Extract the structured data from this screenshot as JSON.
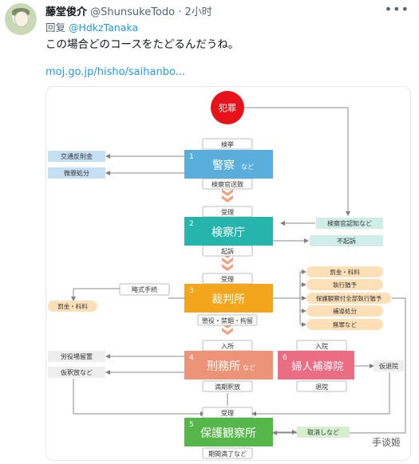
{
  "tweet": {
    "author_name": "藤堂俊介",
    "author_handle": "@ShunsukeTodo",
    "separator": "·",
    "time": "2小时",
    "reply_prefix": "回复",
    "reply_to": "@HdkzTanaka",
    "text": "この場合どのコースをたどるんだうね。",
    "link_text": "moj.go.jp/hisho/saihanbo..."
  },
  "icons": {
    "more": "more-icon",
    "avatar": "avatar"
  },
  "diagram": {
    "crime": "犯罪",
    "arrest": "検挙",
    "police": {
      "num": "1",
      "name": "警察",
      "suffix": "など"
    },
    "referral": "検察官送致",
    "traffic": "交通反則金",
    "minor": "微罪処分",
    "receive1": "受理",
    "prosecutor": {
      "num": "2",
      "name": "検察庁"
    },
    "prosecutor_notice": "検察官認知など",
    "non_indict": "不起訴",
    "indict": "起訴",
    "receive2": "受理",
    "court": {
      "num": "3",
      "name": "裁判所"
    },
    "sentences": "懲役・禁錮・拘留",
    "summary": "略式手続",
    "fine_left": "罰金・科料",
    "court_outcomes": [
      "罰金・科料",
      "執行猶予",
      "保護観察付全部執行猶予",
      "補導処分",
      "無罪など"
    ],
    "admit1": "入所",
    "admit2": "入院",
    "prison": {
      "num": "4",
      "name": "刑務所",
      "suffix": "など"
    },
    "women": {
      "num": "6",
      "name": "婦人補導院"
    },
    "expiry_release": "満期釈放",
    "discharge": "退院",
    "labor": "労役場留置",
    "parole": "仮釈放など",
    "provisional_discharge": "仮退院",
    "receive3": "受理",
    "probation": {
      "num": "5",
      "name": "保護観察所"
    },
    "revoke": "取消しなど",
    "period_end": "期間満了など"
  },
  "watermark": "手谈姬",
  "colors": {
    "link": "#1d9bf0",
    "police": "#5aaedc",
    "prosecutor": "#25b5ad",
    "court": "#f3a51c",
    "prison": "#ec9378",
    "women": "#ea6d84",
    "probation": "#55b64a",
    "crime": "#e8131a"
  }
}
